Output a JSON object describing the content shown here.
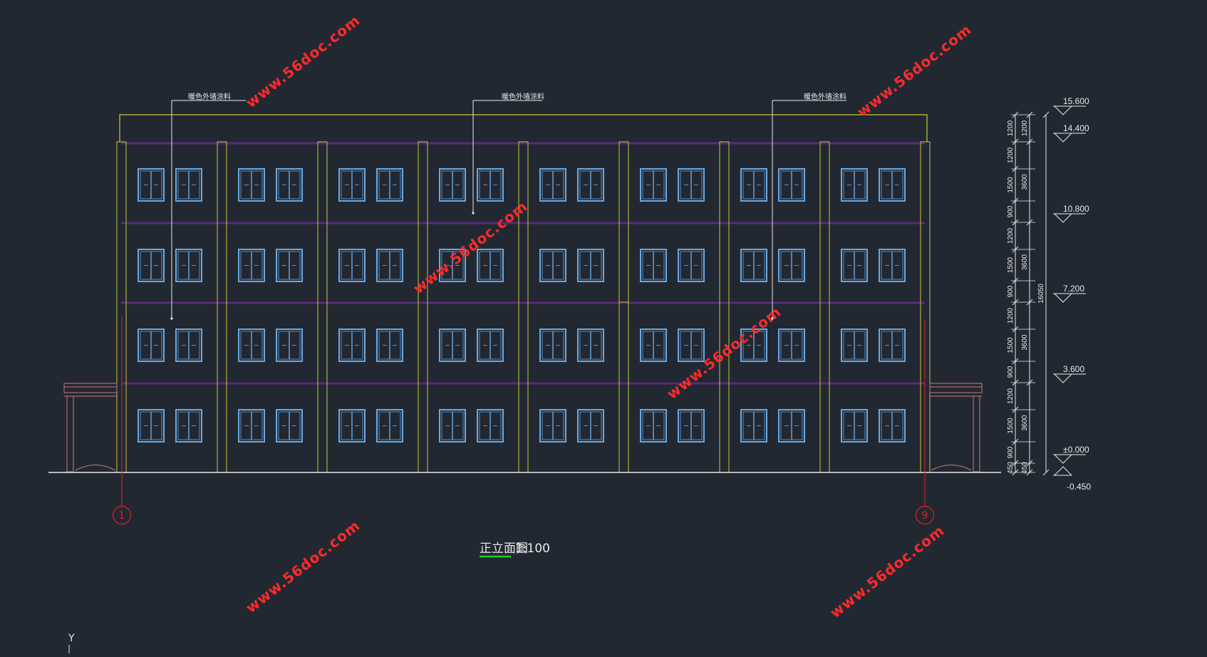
{
  "drawing": {
    "title": "正立面图",
    "scale": "1:100",
    "colors": {
      "background": "#222832",
      "outline": "#c8c832",
      "floor_band": "#5a2a7a",
      "window": "#6aa8e0",
      "axis": "#e02020",
      "ground": "#e8e8e8",
      "text": "#e8e8e8",
      "title_underline": "#22cc22",
      "canopy": "#c87878"
    },
    "annotations": [
      {
        "text": "暖色外墙涂料"
      },
      {
        "text": "暖色外墙涂料"
      },
      {
        "text": "暖色外墙涂料"
      }
    ],
    "axes": [
      {
        "label": "1"
      },
      {
        "label": "9"
      }
    ],
    "segment_dims": [
      "1200",
      "1200",
      "1500",
      "900",
      "1200",
      "1500",
      "900",
      "1200",
      "1500",
      "900",
      "1200",
      "1500",
      "900",
      "450"
    ],
    "floor_dims": [
      "1200",
      "3600",
      "3600",
      "3600",
      "3600",
      "450"
    ],
    "total_dim": "16050",
    "elevations": [
      "15.600",
      "14.400",
      "10.800",
      "7.200",
      "3.600",
      "±0.000",
      "-0.450"
    ],
    "ucs_axis": "Y",
    "watermarks": [
      "www.56doc.com",
      "www.56doc.com",
      "www.56doc.com",
      "www.56doc.com",
      "www.56doc.com",
      "www.56doc.com"
    ],
    "building": {
      "bays": 8,
      "floors": 4,
      "windows_per_bay": 2
    }
  }
}
